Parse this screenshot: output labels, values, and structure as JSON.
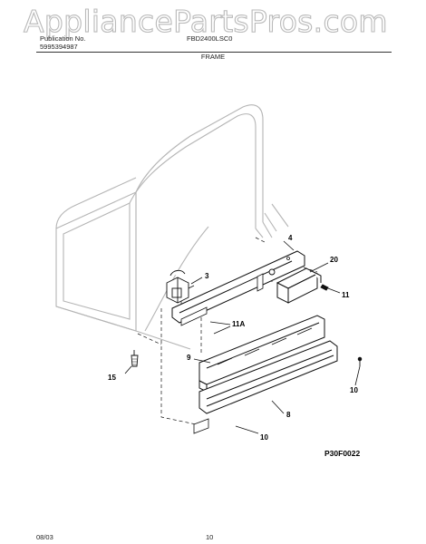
{
  "watermark": "AppliancePartsPros.com",
  "header": {
    "publication_label": "Publication No.",
    "publication_number": "5995394987",
    "model": "FBD2400LSC0"
  },
  "section_title": "FRAME",
  "callouts": {
    "c3": "3",
    "c4": "4",
    "c8": "8",
    "c9": "9",
    "c10a": "10",
    "c10b": "10",
    "c11": "11",
    "c11a": "11A",
    "c15": "15",
    "c20": "20"
  },
  "figure_code": "P30F0022",
  "footer": {
    "date": "08/03",
    "page": "10"
  },
  "colors": {
    "frame_outline": "#b5b5b5",
    "parts_outline": "#111111"
  }
}
